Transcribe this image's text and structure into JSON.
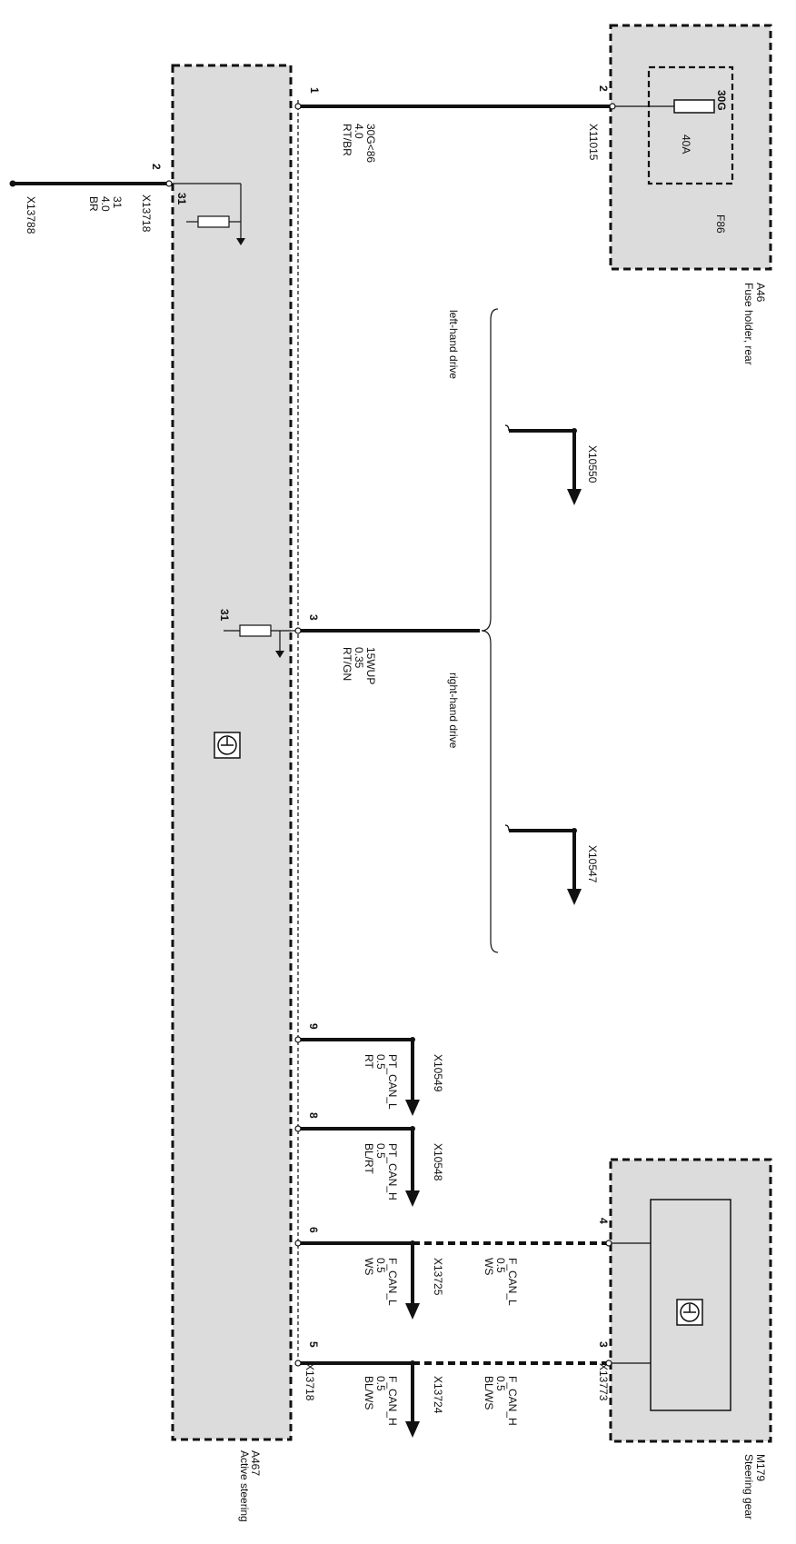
{
  "components": {
    "fuse_holder": {
      "code": "A46",
      "name": "Fuse holder, rear",
      "fuse_code": "F86",
      "fuse_terminal": "30G",
      "fuse_rating": "40A",
      "connector": "X11015",
      "pin": "2"
    },
    "active_steering": {
      "code": "A467",
      "name": "Active steering",
      "connector": "X13718"
    },
    "steering_gear": {
      "code": "M179",
      "name": "Steering gear",
      "connector": "X13773",
      "pins": [
        "4",
        "3"
      ]
    }
  },
  "ground": {
    "connector": "X13788",
    "pin": "2",
    "wire_terminal": "31",
    "wire_size": "4.0",
    "wire_color": "BR",
    "ground_label": "31",
    "connector2": "X13718"
  },
  "wires": [
    {
      "pin": "1",
      "signal": "30G<86",
      "size": "4.0",
      "color": "RT/BR"
    },
    {
      "pin": "3",
      "signal": "15WUP",
      "size": "0.35",
      "color": "RT/GN",
      "ground_label": "31"
    },
    {
      "pin": "9",
      "signal": "PT_CAN_L",
      "size": "0.5",
      "color": "RT",
      "connector": "X10549"
    },
    {
      "pin": "8",
      "signal": "PT_CAN_H",
      "size": "0.5",
      "color": "BL/RT",
      "connector": "X10548"
    },
    {
      "pin": "6",
      "signal": "F_CAN_L",
      "size": "0.5",
      "color": "WS",
      "connector": "X13725",
      "far_signal": "F_CAN_L",
      "far_size": "0.5",
      "far_color": "WS"
    },
    {
      "pin": "5",
      "signal": "F_CAN_H",
      "size": "0.5",
      "color": "BL/WS",
      "connector": "X13724",
      "far_signal": "F_CAN_H",
      "far_size": "0.5",
      "far_color": "BL/WS"
    }
  ],
  "variants": {
    "left_hand_drive": {
      "label": "left-hand drive",
      "connector": "X10550"
    },
    "right_hand_drive": {
      "label": "right-hand drive",
      "connector": "X10547"
    }
  },
  "pin5_connector": "X13718"
}
